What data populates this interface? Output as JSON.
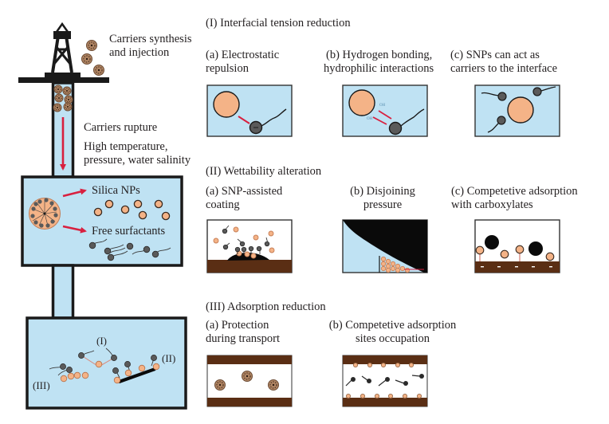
{
  "colors": {
    "water": "#bfe2f3",
    "outline": "#1a1a1a",
    "silica": "#f4b387",
    "surfactant_head": "#5a5a5a",
    "arrow": "#d8203f",
    "rock": "#5a2e14",
    "oil": "#0a0a0a",
    "carrier": "#a27657"
  },
  "left": {
    "injection_label_1": "Carriers synthesis",
    "injection_label_2": "and injection",
    "rupture_label": "Carriers rupture",
    "conditions_label_1": "High temperature,",
    "conditions_label_2": "pressure, water salinity",
    "silica_label": "Silica NPs",
    "surfactant_label": "Free surfactants",
    "mark_I": "(I)",
    "mark_II": "(II)",
    "mark_III": "(III)"
  },
  "sections": [
    {
      "title": "(I) Interfacial tension reduction",
      "panels": [
        {
          "label_1": "(a) Electrostatic",
          "label_2": "repulsion"
        },
        {
          "label_1": "(b) Hydrogen bonding,",
          "label_2": "hydrophilic interactions",
          "oh_1": "OH",
          "oh_2": "OH"
        },
        {
          "label_1": "(c) SNPs can act as",
          "label_2": "carriers to the interface"
        }
      ]
    },
    {
      "title": "(II) Wettability alteration",
      "panels": [
        {
          "label_1": "(a) SNP-assisted",
          "label_2": "coating"
        },
        {
          "label_1": "(b) Disjoining",
          "label_2": "pressure"
        },
        {
          "label_1": "(c) Competetive adsorption",
          "label_2": "with carboxylates"
        }
      ]
    },
    {
      "title": "(III) Adsorption reduction",
      "panels": [
        {
          "label_1": "(a) Protection",
          "label_2": "during transport"
        },
        {
          "label_1": "(b) Competetive adsorption",
          "label_2": "sites occupation"
        }
      ]
    }
  ]
}
